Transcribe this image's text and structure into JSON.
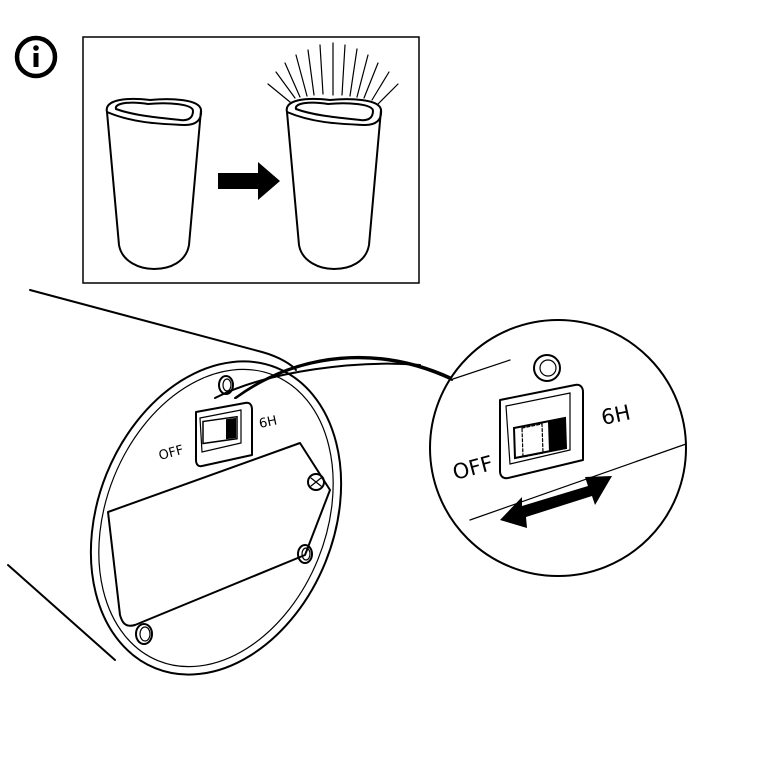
{
  "diagram": {
    "info_symbol": "i",
    "inset": {
      "description_icons": [
        "cup-icon",
        "arrow-right-icon",
        "cup-glowing-icon"
      ]
    },
    "switch": {
      "off_label": "OFF",
      "timer_label": "6H"
    },
    "zoom_detail": {
      "off_label": "OFF",
      "timer_label": "6H"
    },
    "colors": {
      "line": "#000000",
      "background": "#ffffff"
    }
  }
}
